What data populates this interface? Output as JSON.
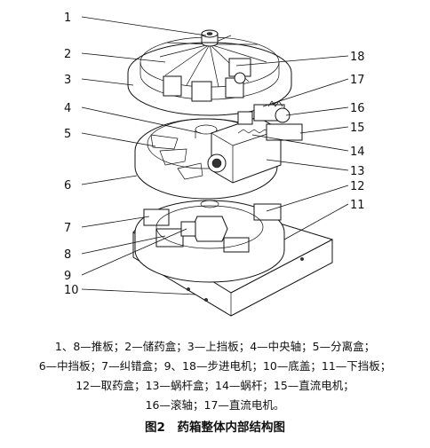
{
  "figure": {
    "labels": [
      "1",
      "2",
      "3",
      "4",
      "5",
      "6",
      "7",
      "8",
      "9",
      "10",
      "11",
      "12",
      "13",
      "14",
      "15",
      "16",
      "17",
      "18"
    ]
  },
  "caption": {
    "lines": [
      "1、8—推板；2—储药盒；3—上挡板；4—中央轴；5—分离盒；",
      "6—中挡板；7—纠错盒；9、18—步进电机；10—底盖；11—下挡板；",
      "12—取药盒；13—蜗杆盒；14—蜗杆；15—直流电机；",
      "16—滚轴；17—直流电机。"
    ],
    "title": "图2　药箱整体内部结构图"
  }
}
